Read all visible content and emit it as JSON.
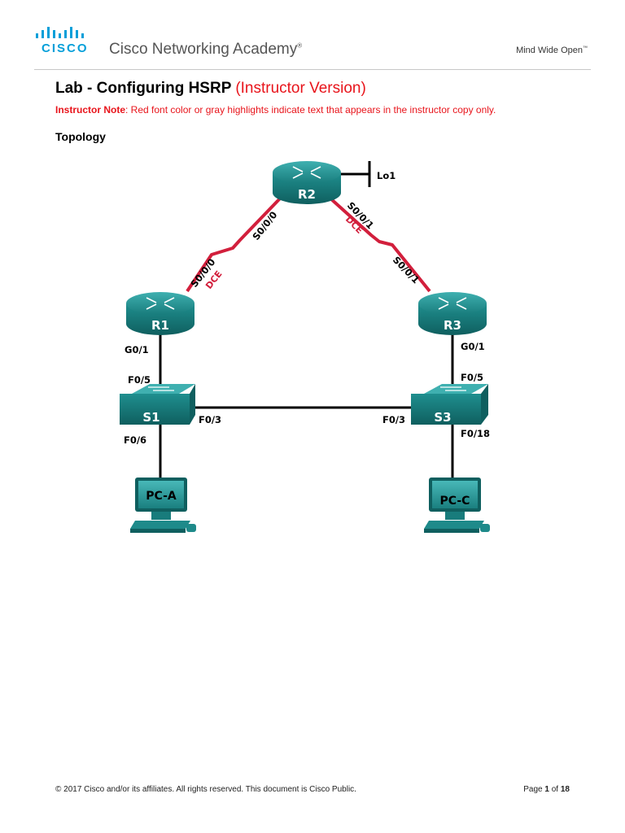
{
  "header": {
    "logo_text": "CISCO",
    "academy": "Cisco Networking Academy",
    "academy_mark": "®",
    "tagline": "Mind Wide Open",
    "tagline_mark": "™"
  },
  "document": {
    "title": "Lab - Configuring HSRP",
    "title_suffix": "(Instructor Version)",
    "note_label": "Instructor Note",
    "note_text": ": Red font color or gray highlights indicate text that appears in the instructor copy only.",
    "section_heading": "Topology"
  },
  "topology": {
    "devices": {
      "r1": "R1",
      "r2": "R2",
      "r3": "R3",
      "s1": "S1",
      "s3": "S3",
      "pca": "PC-A",
      "pcc": "PC-C"
    },
    "loopback": "Lo1",
    "interfaces": {
      "r2_s000": "S0/0/0",
      "r2_s001": "S0/0/1",
      "r1_s000": "S0/0/0",
      "r3_s001": "S0/0/1",
      "r1_g01": "G0/1",
      "r3_g01": "G0/1",
      "s1_f05": "F0/5",
      "s3_f05": "F0/5",
      "s1_f03": "F0/3",
      "s3_f03": "F0/3",
      "s1_f06": "F0/6",
      "s3_f018": "F0/18"
    },
    "dce_r1": "DCE",
    "dce_r2": "DCE",
    "colors": {
      "device": "#1e8a8a",
      "serial_link": "#d21f3c",
      "dce_label": "#d21f3c",
      "ethernet_link": "#000000"
    }
  },
  "footer": {
    "copyright": "© 2017 Cisco and/or its affiliates. All rights reserved. This document is Cisco Public.",
    "page_label": "Page ",
    "page_current": "1",
    "page_of": " of ",
    "page_total": "18"
  },
  "colors": {
    "accent_red": "#e8141b",
    "cisco_blue": "#049fd9"
  }
}
